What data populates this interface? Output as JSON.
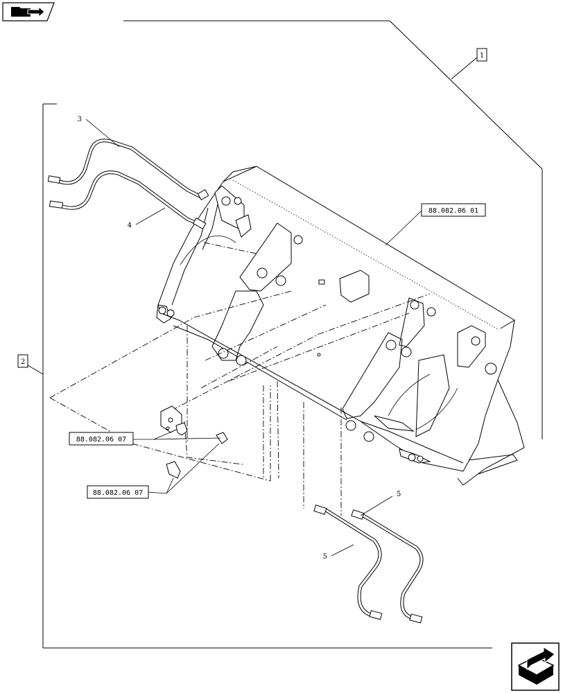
{
  "nav": {
    "top_icon": "folder-back-icon",
    "bottom_icon": "next-page-arrow-icon"
  },
  "callouts": {
    "ref_1": "1",
    "ref_2": "2",
    "ref_3": "3",
    "ref_4": "4",
    "ref_5a": "5",
    "ref_5b": "5",
    "ref_bucket": "88.082.06 01",
    "ref_valve": "88.082.06 07",
    "ref_fitting": "88.082.06 07"
  }
}
